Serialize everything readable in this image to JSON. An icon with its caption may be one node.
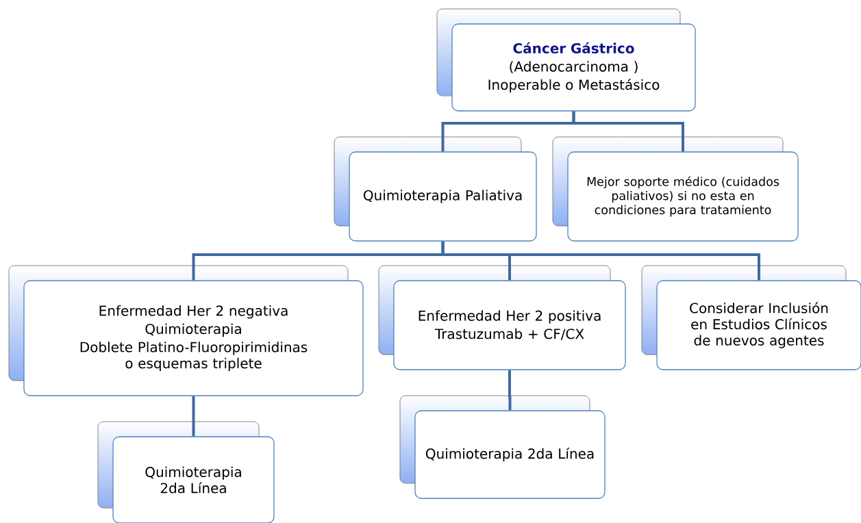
{
  "diagram": {
    "nodes": [
      {
        "text": [
          "Cáncer Gástrico",
          "(Adenocarcinoma )",
          "Inoperable o Metastásico"
        ]
      },
      {
        "text": [
          "Quimioterapia Paliativa"
        ]
      },
      {
        "text": [
          "Mejor soporte médico (cuidados paliativos) si no esta en condiciones para tratamiento"
        ]
      },
      {
        "text": [
          "Enfermedad Her 2 negativa",
          "Quimioterapia",
          "Doblete Platino-Fluoropirimidinas o esquemas triplete"
        ]
      },
      {
        "text": [
          "Enfermedad Her 2 positiva",
          "Trastuzumab + CF/CX"
        ]
      },
      {
        "text": [
          "Considerar Inclusión en Estudios Clínicos de nuevos agentes"
        ]
      },
      {
        "text": [
          "Quimioterapia 2da Línea"
        ]
      },
      {
        "text": [
          "Quimioterapia 2da Línea"
        ]
      }
    ],
    "edges": [
      {
        "from": 0,
        "to": 1,
        "arrow": "none"
      },
      {
        "from": 0,
        "to": 2,
        "arrow": "none"
      },
      {
        "from": 1,
        "to": 3,
        "arrow": "none"
      },
      {
        "from": 1,
        "to": 4,
        "arrow": "none"
      },
      {
        "from": 1,
        "to": 5,
        "arrow": "none"
      },
      {
        "from": 3,
        "to": 6,
        "arrow": "none"
      },
      {
        "from": 4,
        "to": 7,
        "arrow": "none"
      }
    ]
  }
}
